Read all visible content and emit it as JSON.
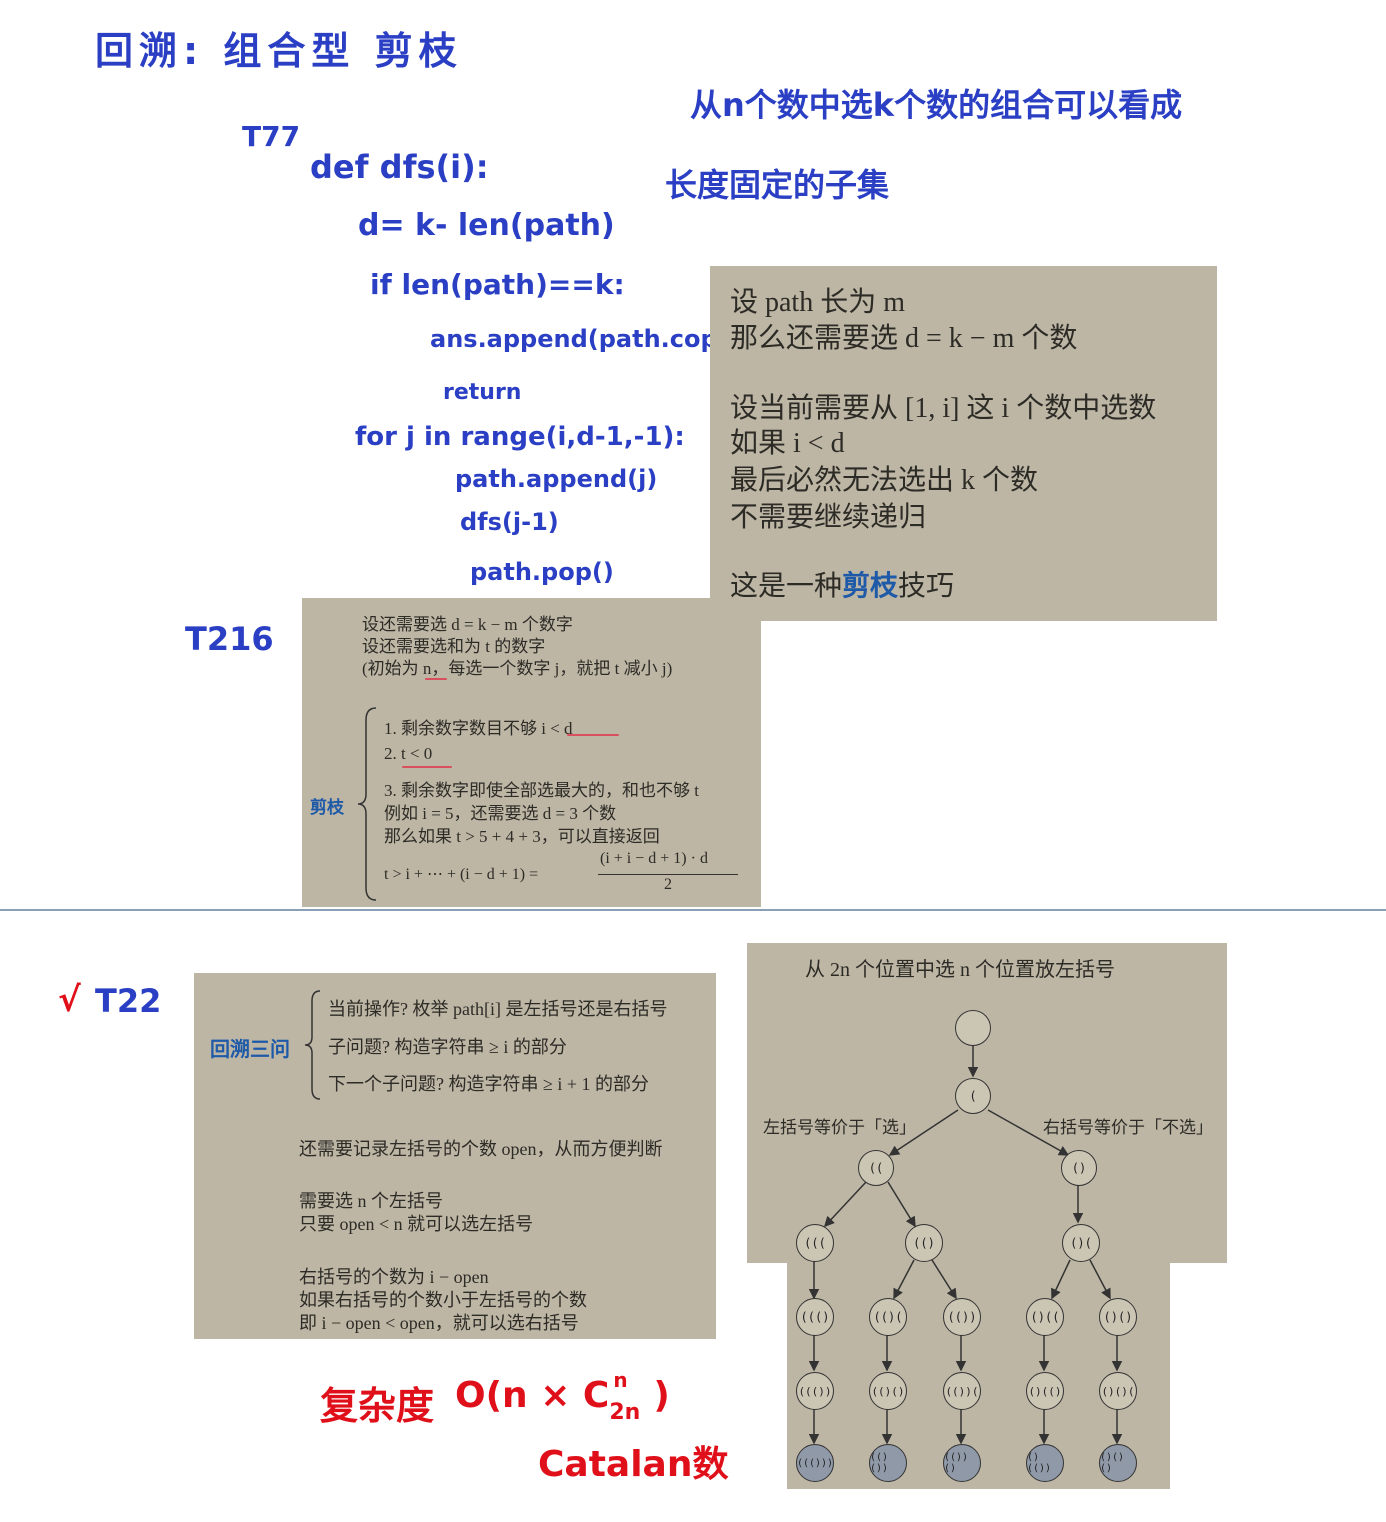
{
  "title_note": "回溯: 组合型 剪枝",
  "t77": {
    "label": "T77",
    "code": [
      "def dfs(i):",
      "d= k- len(path)",
      "if len(path)==k:",
      "ans.append(path.copy())",
      "return",
      "for j in range(i,d-1,-1):",
      "path.append(j)",
      "dfs(j-1)",
      "path.pop()"
    ],
    "side_note_line1": "从n个数中选k个数的组合可以看成",
    "side_note_line2": "长度固定的子集"
  },
  "slide1": {
    "lines": [
      "设 path 长为 m",
      "那么还需要选 d = k − m 个数",
      "设当前需要从 [1, i] 这 i 个数中选数",
      "如果 i < d",
      "最后必然无法选出 k 个数",
      "不需要继续递归"
    ],
    "tip_prefix": "这是一种",
    "tip_bold": "剪枝",
    "tip_suffix": "技巧"
  },
  "t216": {
    "label": "T216",
    "slide": {
      "lines": [
        "设还需要选 d = k − m 个数字",
        "设还需要选和为 t 的数字",
        "(初始为 n，每选一个数字 j，就把 t 减小 j)"
      ],
      "side_label": "剪枝",
      "items": [
        "1. 剩余数字数目不够   i < d",
        "2. t < 0",
        "3. 剩余数字即使全部选最大的，和也不够 t",
        "例如 i = 5，还需要选 d = 3 个数",
        "那么如果 t > 5 + 4 + 3，可以直接返回"
      ],
      "formula_left": "t > i + ⋯ + (i − d + 1) =",
      "formula_num": "(i + i − d + 1) · d",
      "formula_den": "2"
    }
  },
  "t22": {
    "check": "√",
    "label": "T22",
    "slide": {
      "side_label": "回溯三问",
      "questions": [
        "当前操作? 枚举 path[i] 是左括号还是右括号",
        "子问题? 构造字符串 ≥ i 的部分",
        "下一个子问题? 构造字符串 ≥ i + 1 的部分"
      ],
      "para1": "还需要记录左括号的个数 open，从而方便判断",
      "para2": [
        "需要选 n 个左括号",
        "只要 open < n 就可以选左括号"
      ],
      "para3": [
        "右括号的个数为 i − open",
        "如果右括号的个数小于左括号的个数",
        "即 i − open < open，就可以选右括号"
      ]
    },
    "tree": {
      "title": "从 2n 个位置中选 n 个位置放左括号",
      "left_label": "左括号等价于「选」",
      "right_label": "右括号等价于「不选」",
      "nodes": [
        "",
        "(",
        "((",
        "()",
        "(((",
        "(()",
        "()(",
        "((()",
        "(()(",
        "(())",
        "()((",
        "()()",
        "((())",
        "(()()",
        "(())(",
        "()(()",
        "()()(",
        "((()))",
        "(()())",
        "(())()",
        "()(())",
        "()()()"
      ]
    },
    "complexity_label": "复杂度",
    "complexity_expr": "O(n × C",
    "complexity_sub": "2n",
    "complexity_sup": "n",
    "complexity_close": ")",
    "catalan": "Catalan数"
  }
}
